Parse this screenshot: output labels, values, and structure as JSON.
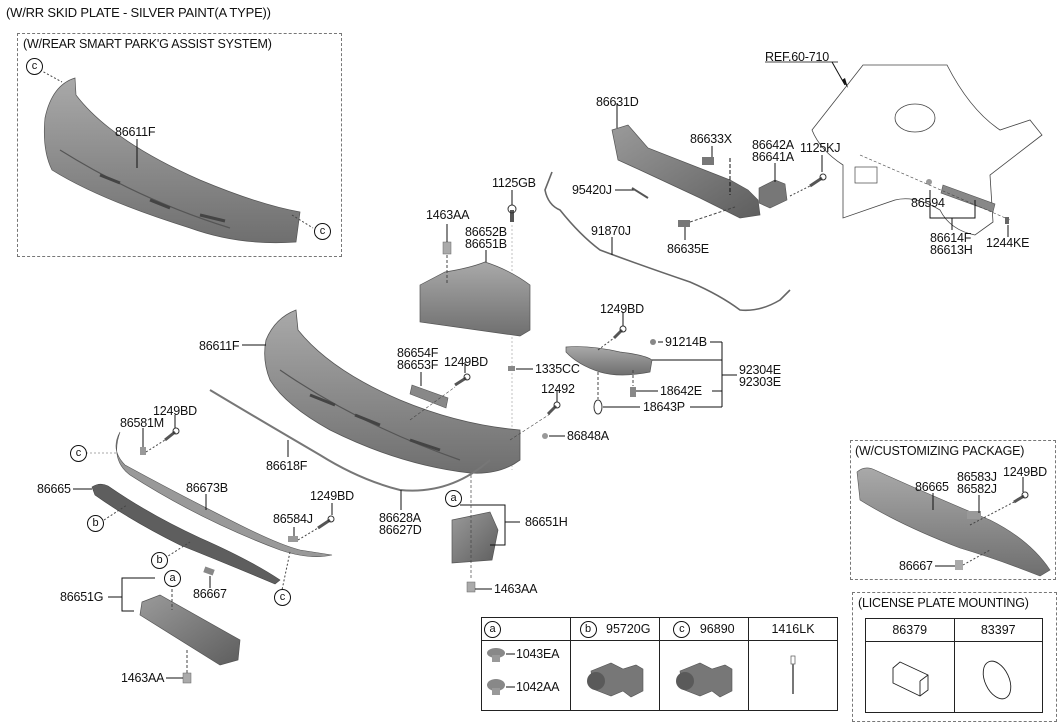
{
  "title": "(W/RR SKID PLATE - SILVER PAINT(A TYPE))",
  "insets": {
    "smart_park": {
      "title": "(W/REAR SMART PARK'G ASSIST SYSTEM)",
      "part": "86611F",
      "callout": "c"
    },
    "customizing": {
      "title": "(W/CUSTOMIZING PACKAGE)",
      "parts": [
        "86665",
        "86583J",
        "86582J",
        "1249BD",
        "86667"
      ]
    },
    "license_plate": {
      "title": "(LICENSE PLATE MOUNTING)",
      "columns": [
        "86379",
        "83397"
      ]
    }
  },
  "labels": {
    "ref": "REF.60-710",
    "p86631D": "86631D",
    "p86633X": "86633X",
    "p86642A": "86642A",
    "p86641A": "86641A",
    "p1125KJ": "1125KJ",
    "p1125GB": "1125GB",
    "p95420J": "95420J",
    "p86635E": "86635E",
    "p91870J": "91870J",
    "p86594": "86594",
    "p86614F": "86614F",
    "p86613H": "86613H",
    "p1244KE": "1244KE",
    "p1463AA_top": "1463AA",
    "p86652B": "86652B",
    "p86651B": "86651B",
    "p1249BD_lamp": "1249BD",
    "p91214B": "91214B",
    "p92304E": "92304E",
    "p92303E": "92303E",
    "p18642E": "18642E",
    "p18643P": "18643P",
    "p1335CC": "1335CC",
    "p12492": "12492",
    "p86848A": "86848A",
    "p86611F_main": "86611F",
    "p86654F": "86654F",
    "p86653F": "86653F",
    "p1249BD_mid": "1249BD",
    "p86618F": "86618F",
    "p1249BD_left": "1249BD",
    "p86581M": "86581M",
    "p86665": "86665",
    "p86673B": "86673B",
    "p1249BD_low": "1249BD",
    "p86584J": "86584J",
    "p86628A": "86628A",
    "p86627D": "86627D",
    "p86651H": "86651H",
    "p1463AA_right": "1463AA",
    "p86667": "86667",
    "p86651G": "86651G",
    "p1463AA_left": "1463AA"
  },
  "callouts": {
    "a": "a",
    "b": "b",
    "c": "c"
  },
  "legend_table": {
    "columns": [
      {
        "callout": "a",
        "part": "",
        "items": [
          "1043EA",
          "1042AA"
        ]
      },
      {
        "callout": "b",
        "part": "95720G"
      },
      {
        "callout": "c",
        "part": "96890"
      },
      {
        "callout": "",
        "part": "1416LK"
      }
    ]
  },
  "colors": {
    "part_fill": "#8e8e8e",
    "part_dark": "#6b6b6b",
    "line": "#111111",
    "dash_box": "#777777"
  }
}
